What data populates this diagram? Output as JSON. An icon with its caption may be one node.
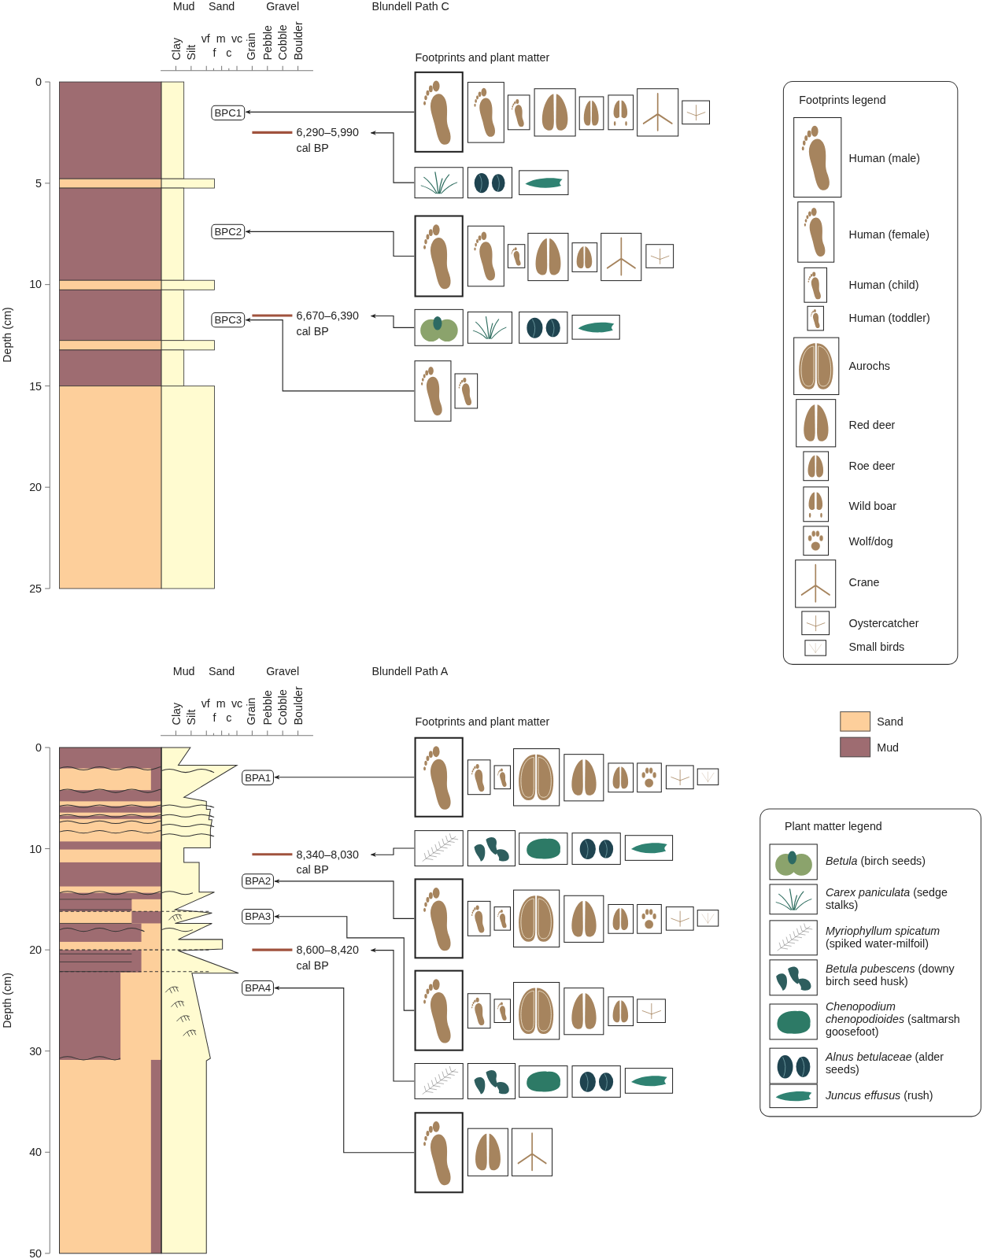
{
  "diagram": {
    "nodes": [
      {
        "text": [
          "BPC1"
        ]
      },
      {
        "text": [],
        "shape": "picture"
      },
      {
        "text": [],
        "shape": "picture"
      },
      {
        "text": [],
        "shape": "picture"
      },
      {
        "text": [],
        "shape": "picture"
      },
      {
        "text": [],
        "shape": "picture"
      },
      {
        "text": [],
        "shape": "picture"
      },
      {
        "text": [],
        "shape": "picture"
      },
      {
        "text": [],
        "shape": "picture"
      },
      {
        "text": [
          "6,290–5,990 cal BP"
        ]
      },
      {
        "text": [],
        "shape": "picture"
      },
      {
        "text": [],
        "shape": "picture"
      },
      {
        "text": [],
        "shape": "picture"
      },
      {
        "text": [
          "BPC2"
        ]
      },
      {
        "text": [],
        "shape": "picture"
      },
      {
        "text": [],
        "shape": "picture"
      },
      {
        "text": [],
        "shape": "picture"
      },
      {
        "text": [],
        "shape": "picture"
      },
      {
        "text": [],
        "shape": "picture"
      },
      {
        "text": [],
        "shape": "picture"
      },
      {
        "text": [],
        "shape": "picture"
      },
      {
        "text": [
          "6,670–6,390 cal BP"
        ]
      },
      {
        "text": [],
        "shape": "picture"
      },
      {
        "text": [],
        "shape": "picture"
      },
      {
        "text": [],
        "shape": "picture"
      },
      {
        "text": [],
        "shape": "picture"
      },
      {
        "text": [
          "BPC3"
        ]
      },
      {
        "text": [],
        "shape": "picture"
      },
      {
        "text": [],
        "shape": "picture"
      },
      {
        "text": [
          "BPA1"
        ]
      },
      {
        "text": [],
        "shape": "picture"
      },
      {
        "text": [],
        "shape": "picture"
      },
      {
        "text": [],
        "shape": "picture"
      },
      {
        "text": [],
        "shape": "picture"
      },
      {
        "text": [],
        "shape": "picture"
      },
      {
        "text": [],
        "shape": "picture"
      },
      {
        "text": [],
        "shape": "picture"
      },
      {
        "text": [],
        "shape": "picture"
      },
      {
        "text": [],
        "shape": "picture"
      },
      {
        "text": [
          "8,340–8,030 cal BP"
        ]
      },
      {
        "text": [],
        "shape": "picture"
      },
      {
        "text": [],
        "shape": "picture"
      },
      {
        "text": [],
        "shape": "picture"
      },
      {
        "text": [],
        "shape": "picture"
      },
      {
        "text": [],
        "shape": "picture"
      },
      {
        "text": [
          "BPA2"
        ]
      },
      {
        "text": [],
        "shape": "picture"
      },
      {
        "text": [],
        "shape": "picture"
      },
      {
        "text": [],
        "shape": "picture"
      },
      {
        "text": [],
        "shape": "picture"
      },
      {
        "text": [],
        "shape": "picture"
      },
      {
        "text": [],
        "shape": "picture"
      },
      {
        "text": [],
        "shape": "picture"
      },
      {
        "text": [],
        "shape": "picture"
      },
      {
        "text": [],
        "shape": "picture"
      },
      {
        "text": [
          "BPA3"
        ]
      },
      {
        "text": [],
        "shape": "picture"
      },
      {
        "text": [],
        "shape": "picture"
      },
      {
        "text": [],
        "shape": "picture"
      },
      {
        "text": [],
        "shape": "picture"
      },
      {
        "text": [],
        "shape": "picture"
      },
      {
        "text": [],
        "shape": "picture"
      },
      {
        "text": [],
        "shape": "picture"
      },
      {
        "text": [
          "8,600–8,420 cal BP"
        ]
      },
      {
        "text": [],
        "shape": "picture"
      },
      {
        "text": [],
        "shape": "picture"
      },
      {
        "text": [],
        "shape": "picture"
      },
      {
        "text": [],
        "shape": "picture"
      },
      {
        "text": [],
        "shape": "picture"
      },
      {
        "text": [
          "BPA4"
        ]
      },
      {
        "text": [],
        "shape": "picture"
      },
      {
        "text": [],
        "shape": "picture"
      },
      {
        "text": [],
        "shape": "picture"
      }
    ],
    "edges": [
      {
        "from": 1,
        "to": 0,
        "arrow": "to"
      },
      {
        "from": 10,
        "to": 9,
        "arrow": "to"
      },
      {
        "from": 14,
        "to": 13,
        "arrow": "to"
      },
      {
        "from": 22,
        "to": 21,
        "arrow": "to"
      },
      {
        "from": 27,
        "to": 26,
        "arrow": "to"
      },
      {
        "from": 30,
        "to": 29,
        "arrow": "to"
      },
      {
        "from": 40,
        "to": 39,
        "arrow": "to"
      },
      {
        "from": 46,
        "to": 45,
        "arrow": "to"
      },
      {
        "from": 56,
        "to": 55,
        "arrow": "to"
      },
      {
        "from": 64,
        "to": 63,
        "arrow": "to"
      },
      {
        "from": 70,
        "to": 69,
        "arrow": "to"
      }
    ],
    "labels": [
      "Mud",
      "Sand",
      "Gravel",
      "Blundell Path C",
      "Clay",
      "Silt",
      "vf",
      "m",
      "vc",
      "f",
      "c",
      "Grain",
      "Pebble",
      "Cobble",
      "Boulder",
      "Footprints and plant matter",
      "Footprints legend",
      "0",
      "5",
      "10",
      "15",
      "20",
      "25",
      "Depth (cm)",
      "Mud",
      "Sand",
      "Gravel",
      "Blundell Path A",
      "Clay",
      "Silt",
      "vf",
      "m",
      "vc",
      "f",
      "c",
      "Grain",
      "Pebble",
      "Cobble",
      "Boulder",
      "Footprints and plant matter",
      "Plant matter legend",
      "0",
      "10",
      "20",
      "30",
      "40",
      "50",
      "Depth (cm)"
    ],
    "legend": [
      {
        "text": "Human (male)"
      },
      {
        "text": "Human (female)"
      },
      {
        "text": "Human (child)"
      },
      {
        "text": "Human (toddler)"
      },
      {
        "text": "Aurochs"
      },
      {
        "text": "Red deer"
      },
      {
        "text": "Roe deer"
      },
      {
        "text": "Wild boar"
      },
      {
        "text": "Wolf/dog"
      },
      {
        "text": "Crane"
      },
      {
        "text": "Oystercatcher"
      },
      {
        "text": "Small birds"
      },
      {
        "text": "Sand",
        "color": "#fdcf9b"
      },
      {
        "text": "Mud",
        "color": "#9e6c71"
      },
      {
        "text": "*Betula* (birch seeds)"
      },
      {
        "text": "*Carex paniculata* (sedge stalks)"
      },
      {
        "text": "*Myriophyllum spicatum* (spiked water-milfoil)"
      },
      {
        "text": "*Betula pubescens* (downy birch seed husk)"
      },
      {
        "text": "*Chenopodium chenopodioides* (saltmarsh goosefoot)"
      },
      {
        "text": "*Alnus betulaceae* (alder seeds)"
      },
      {
        "text": "*Juncus effusus* (rush)"
      }
    ]
  }
}
